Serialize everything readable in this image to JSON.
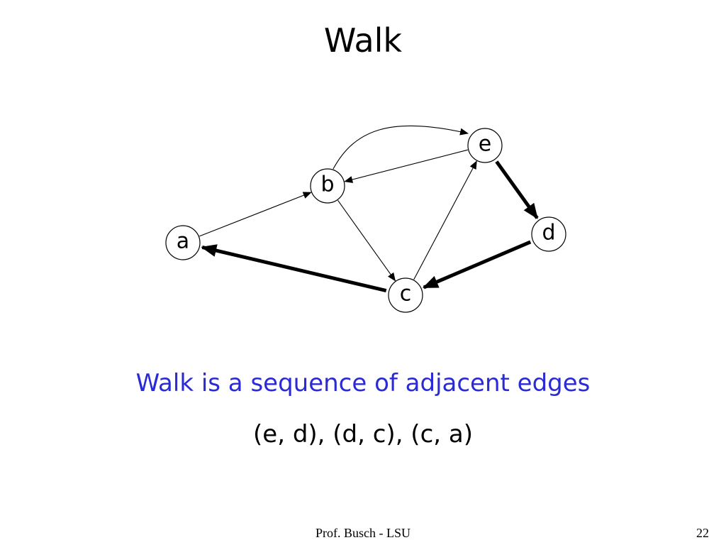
{
  "slide": {
    "title": "Walk",
    "definition": "Walk is a sequence of adjacent edges",
    "walk_example": "(e, d), (d, c), (c, a)",
    "footer": "Prof. Busch - LSU",
    "page_number": "22"
  },
  "colors": {
    "definition_text": "#2a2ad6",
    "edge": "#000000",
    "node_fill": "#ffffff"
  },
  "graph": {
    "nodes": [
      {
        "id": "a",
        "label": "a"
      },
      {
        "id": "b",
        "label": "b"
      },
      {
        "id": "c",
        "label": "c"
      },
      {
        "id": "d",
        "label": "d"
      },
      {
        "id": "e",
        "label": "e"
      }
    ],
    "edges": [
      {
        "from": "a",
        "to": "b",
        "walk": false,
        "curved": false
      },
      {
        "from": "b",
        "to": "e",
        "walk": false,
        "curved": true
      },
      {
        "from": "e",
        "to": "b",
        "walk": false,
        "curved": false
      },
      {
        "from": "b",
        "to": "c",
        "walk": false,
        "curved": false
      },
      {
        "from": "c",
        "to": "e",
        "walk": false,
        "curved": false
      },
      {
        "from": "e",
        "to": "d",
        "walk": true,
        "curved": false
      },
      {
        "from": "d",
        "to": "c",
        "walk": true,
        "curved": false
      },
      {
        "from": "c",
        "to": "a",
        "walk": true,
        "curved": false
      }
    ]
  }
}
